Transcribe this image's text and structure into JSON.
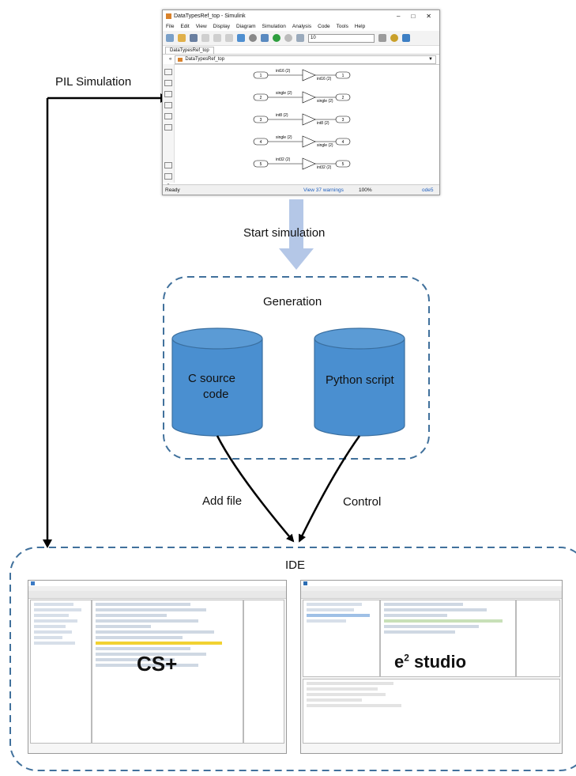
{
  "labels": {
    "pil_simulation": "PIL Simulation",
    "start_simulation": "Start simulation",
    "generation": "Generation",
    "c_source_line1": "C source",
    "c_source_line2": "code",
    "python_script": "Python script",
    "add_file": "Add file",
    "control": "Control",
    "ide": "IDE"
  },
  "simulink": {
    "window_title": "DataTypesRef_top - Simulink",
    "menu": [
      "File",
      "Edit",
      "View",
      "Display",
      "Diagram",
      "Simulation",
      "Analysis",
      "Code",
      "Tools",
      "Help"
    ],
    "stop_time": "10",
    "tab": "DataTypesRef_top",
    "breadcrumb": "DataTypesRef_top",
    "status_ready": "Ready",
    "status_warnings": "View 37 warnings",
    "status_zoom": "100%",
    "status_solver": "ode5",
    "blocks": [
      {
        "in": "1",
        "sig": "int16 (2)",
        "out": "1"
      },
      {
        "in": "2",
        "sig": "single (2)",
        "out": "2"
      },
      {
        "in": "3",
        "sig": "int8 (2)",
        "out": "3"
      },
      {
        "in": "4",
        "sig": "single (2)",
        "out": "4"
      },
      {
        "in": "5",
        "sig": "int32 (2)",
        "out": "5"
      }
    ]
  },
  "ide_left": {
    "name": "CS+"
  },
  "ide_right": {
    "name_base": "e",
    "name_sup": "2",
    "name_rest": " studio"
  },
  "colors": {
    "cylinder_fill": "#4a8fd0",
    "cylinder_top": "#5b9bd5",
    "dashed_border": "#41719c",
    "arrow_block": "#b4c7e7"
  }
}
